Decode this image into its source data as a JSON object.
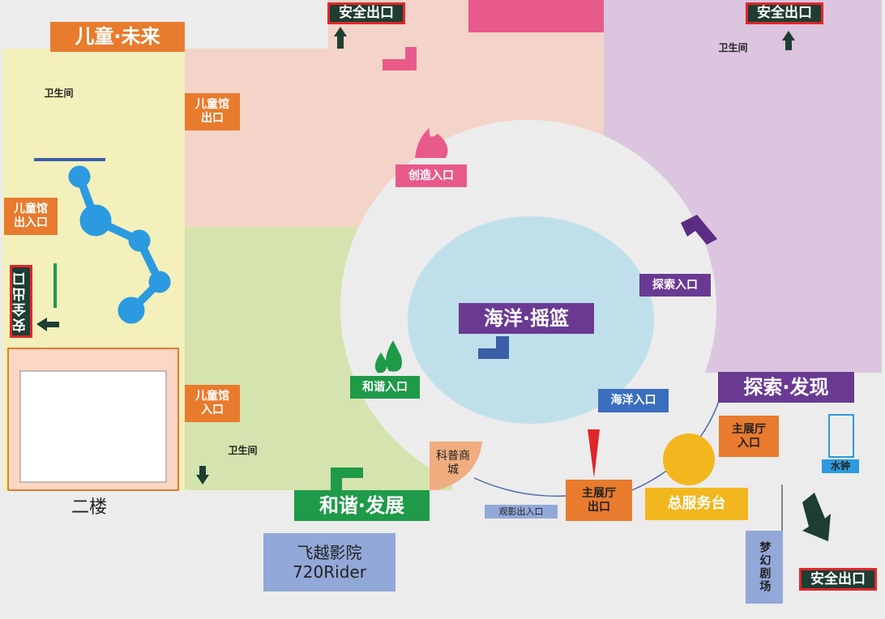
{
  "zones": {
    "children": "儿童·未来",
    "ocean": "海洋·摇篮",
    "explore": "探索·发现",
    "harmony": "和谐·发展"
  },
  "entrances": {
    "children_exit": "儿童馆出口",
    "children_exit_entry": "儿童馆出入口",
    "children_entry": "儿童馆入口",
    "create": "创造入口",
    "explore": "探索入口",
    "harmony": "和谐入口",
    "ocean": "海洋入口",
    "main_hall_exit": "主展厅出口",
    "main_hall_entry": "主展厅入口",
    "cinema_exit_entry": "观影出入口"
  },
  "facilities": {
    "restroom": "卫生间",
    "science_shop": "科普商城",
    "service_desk": "总服务台",
    "water_clock": "水钟",
    "dream_theater": "梦幻剧场",
    "cinema": "飞越影院",
    "cinema_sub": "720Rider",
    "second_floor": "二楼"
  },
  "safety_exit": "安全出口",
  "colors": {
    "children": "#e87b2e",
    "ocean": "#6a3a93",
    "explore": "#6a3a93",
    "harmony": "#1f9a48",
    "create": "#e85a8a",
    "exit": "#1e3d33"
  }
}
